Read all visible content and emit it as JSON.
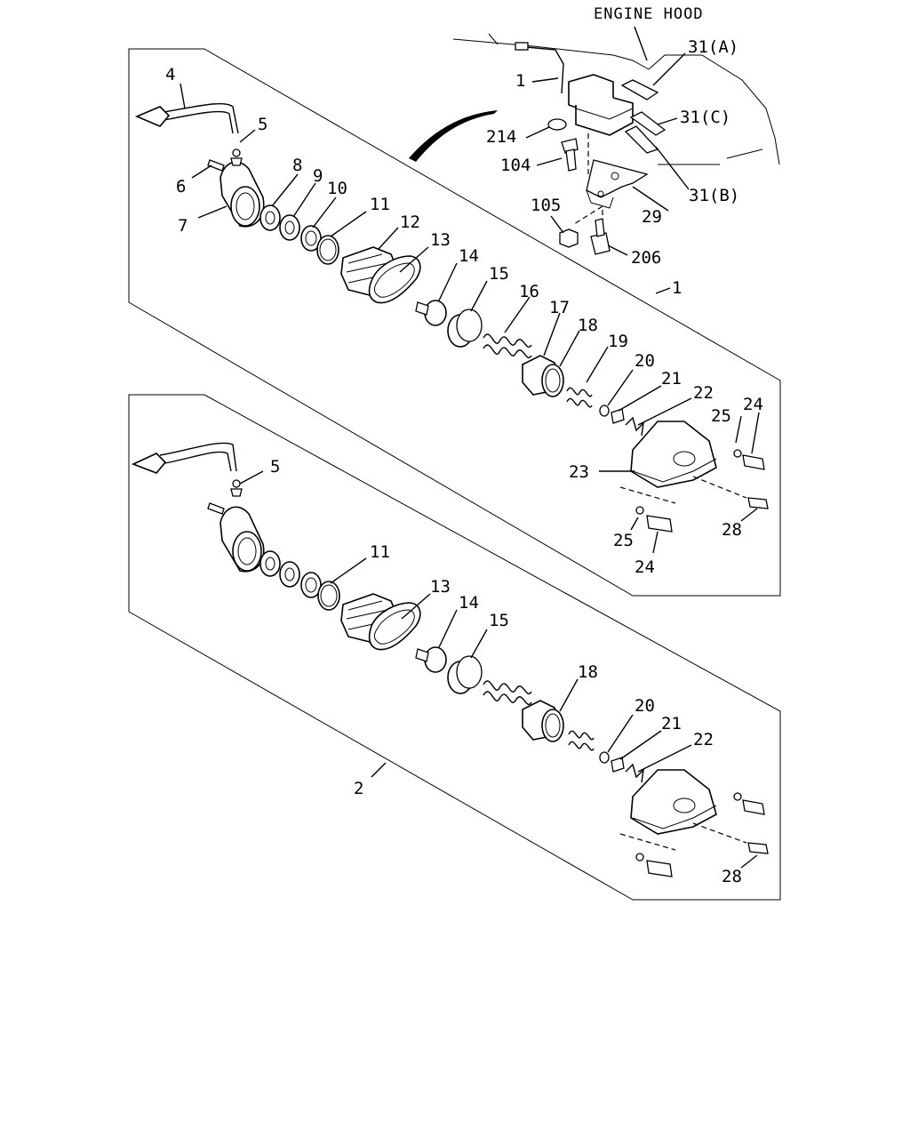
{
  "title": "ENGINE HOOD",
  "assemblies": [
    {
      "assembly_number": "1",
      "labels": [
        "4",
        "5",
        "6",
        "7",
        "8",
        "9",
        "10",
        "11",
        "12",
        "13",
        "14",
        "15",
        "16",
        "17",
        "18",
        "19",
        "20",
        "21",
        "22",
        "23",
        "24",
        "25",
        "28",
        "24",
        "25"
      ]
    },
    {
      "assembly_number": "2",
      "labels": [
        "5",
        "11",
        "13",
        "14",
        "15",
        "18",
        "20",
        "21",
        "22",
        "28"
      ]
    }
  ],
  "inset_labels": [
    "1",
    "31(A)",
    "214",
    "31(C)",
    "104",
    "31(B)",
    "105",
    "29",
    "206"
  ]
}
